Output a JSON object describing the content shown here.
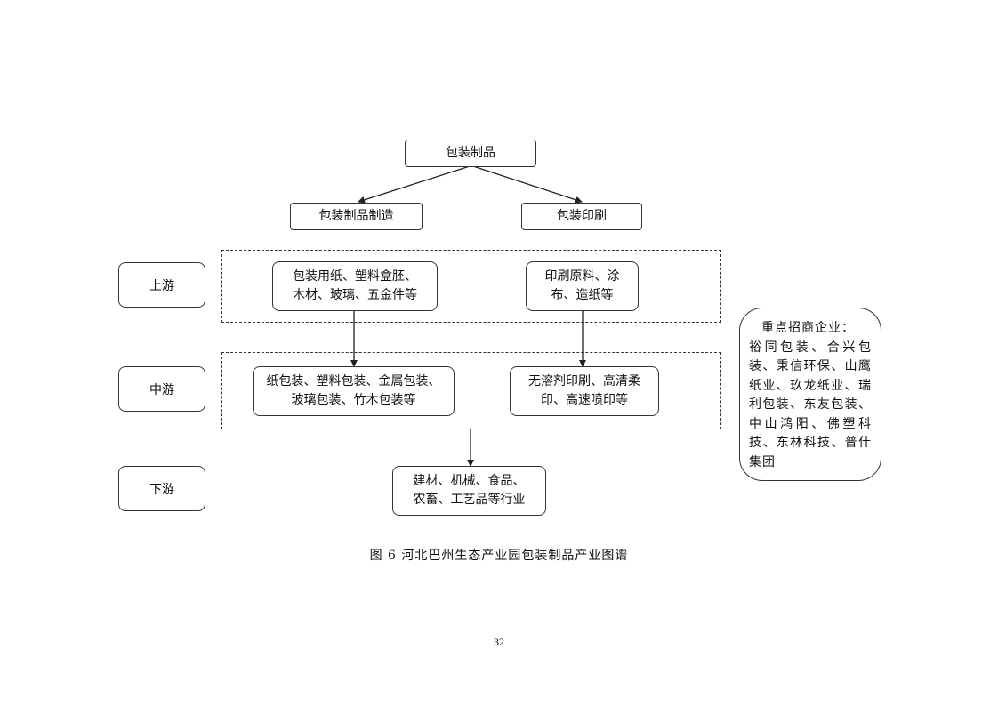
{
  "root": "包装制品",
  "branches": {
    "manufacture": "包装制品制造",
    "printing": "包装印刷"
  },
  "stages": {
    "upstream": "上游",
    "midstream": "中游",
    "downstream": "下游"
  },
  "upstream": {
    "manufacture": "包装用纸、塑料盒胚、\n木材、玻璃、五金件等",
    "printing": "印刷原料、涂\n布、造纸等"
  },
  "midstream": {
    "manufacture": "纸包装、塑料包装、金属包装、\n玻璃包装、竹木包装等",
    "printing": "无溶剂印刷、高清柔\n印、高速喷印等"
  },
  "downstream": "建材、机械、食品、\n农畜、工艺品等行业",
  "investment": {
    "title": "重点招商企业：",
    "body": "裕同包装、合兴包装、秉信环保、山鹰纸业、玖龙纸业、瑞利包装、东友包装、中山鸿阳、佛塑科技、东林科技、普什集团"
  },
  "caption": "图 6 河北巴州生态产业园包装制品产业图谱",
  "page_number": "32"
}
